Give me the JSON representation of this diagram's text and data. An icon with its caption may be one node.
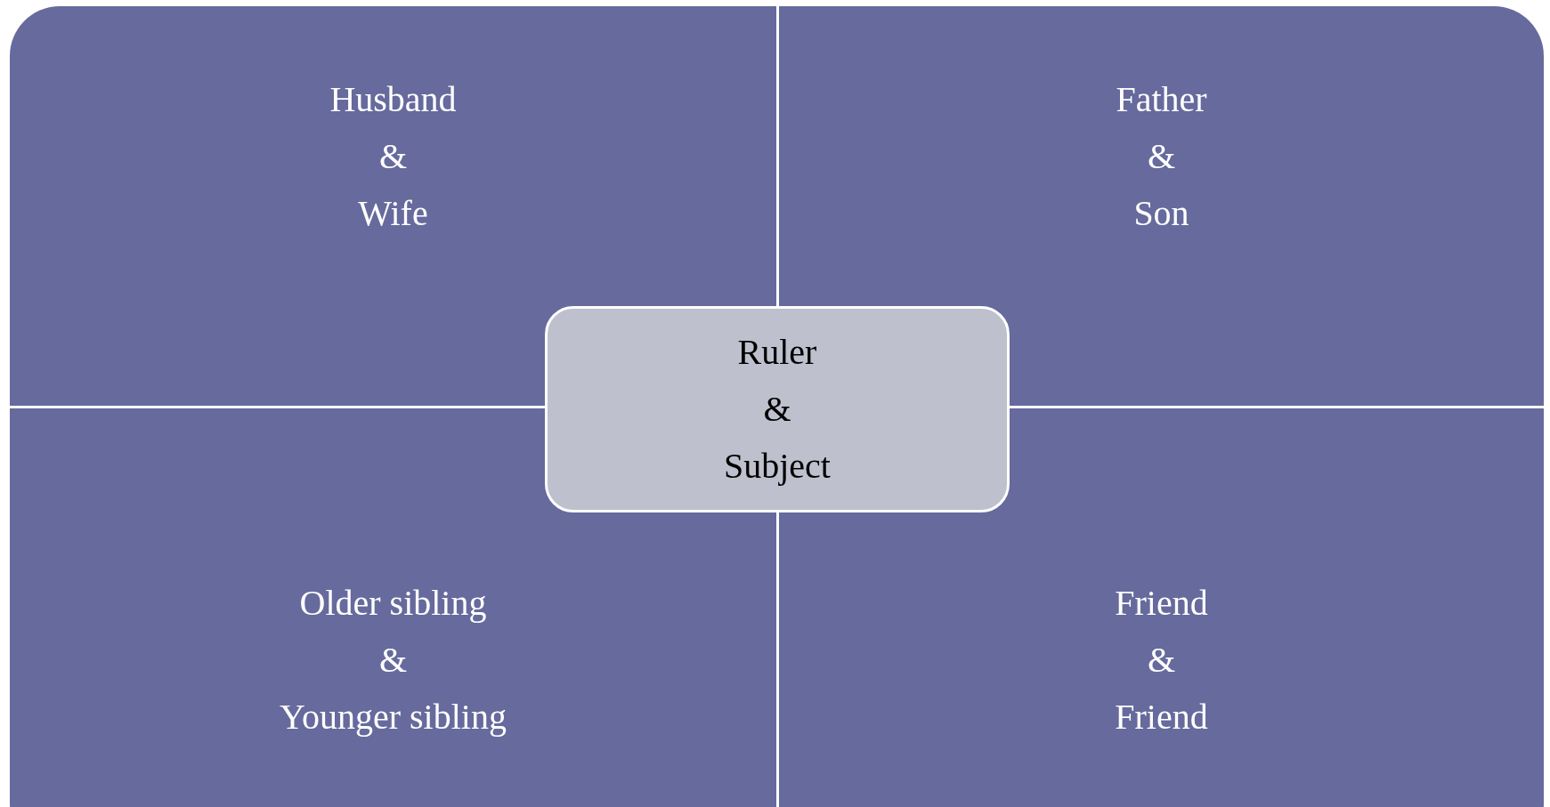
{
  "diagram": {
    "nodes": [
      {
        "text": [
          "Husband",
          "&",
          "Wife"
        ]
      },
      {
        "text": [
          "Father",
          "&",
          "Son"
        ]
      },
      {
        "text": [
          "Older sibling",
          "&",
          "Younger sibling"
        ]
      },
      {
        "text": [
          "Friend",
          "&",
          "Friend"
        ]
      },
      {
        "text": [
          "Ruler",
          "&",
          "Subject"
        ]
      }
    ]
  }
}
